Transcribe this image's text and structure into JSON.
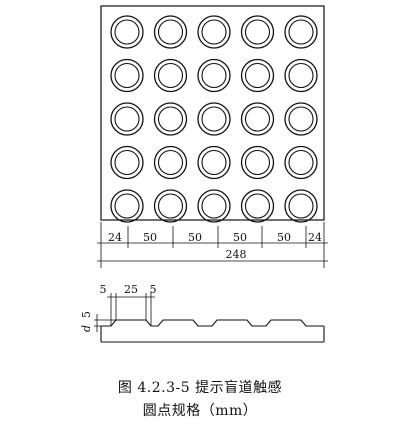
{
  "tile": {
    "rows": 5,
    "cols": 5
  },
  "plan_dimensions": {
    "segments": [
      "24",
      "50",
      "50",
      "50",
      "50",
      "24"
    ],
    "total": "248"
  },
  "section_dimensions": {
    "top_labels": [
      "5",
      "25",
      "5"
    ],
    "height_label": "5",
    "height_symbol": "d"
  },
  "caption": {
    "line1": "图 4.2.3-5   提示盲道触感",
    "line2": "圆点规格（mm）"
  }
}
